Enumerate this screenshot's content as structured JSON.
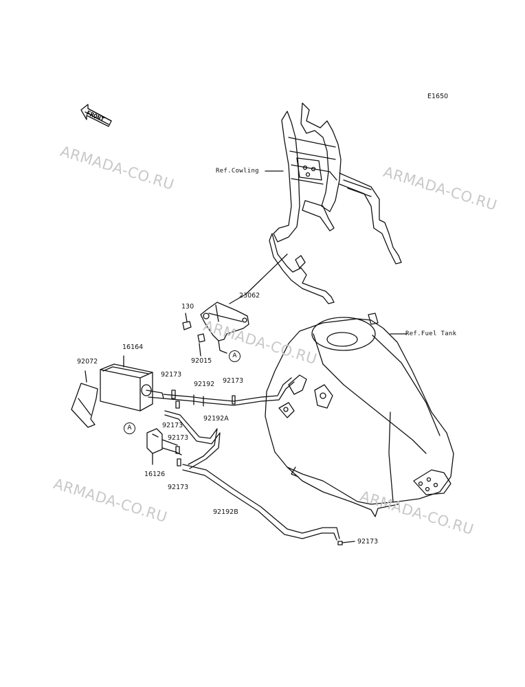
{
  "diagram_code": "E1650",
  "front_label": "FRONT",
  "watermark": "ARMADA-CO.RU",
  "refs": {
    "cowling": "Ref.Cowling",
    "fuel_tank": "Ref.Fuel Tank"
  },
  "ref_marker": "A",
  "parts": {
    "p23062": "23062",
    "p130": "130",
    "p92015": "92015",
    "p16164": "16164",
    "p92072": "92072",
    "p92173_a": "92173",
    "p92192": "92192",
    "p92173_b": "92173",
    "p92173_c": "92173",
    "p92192A": "92192A",
    "p92173_d": "92173",
    "p16126": "16126",
    "p92173_e": "92173",
    "p92192B": "92192B",
    "p92173_f": "92173"
  }
}
